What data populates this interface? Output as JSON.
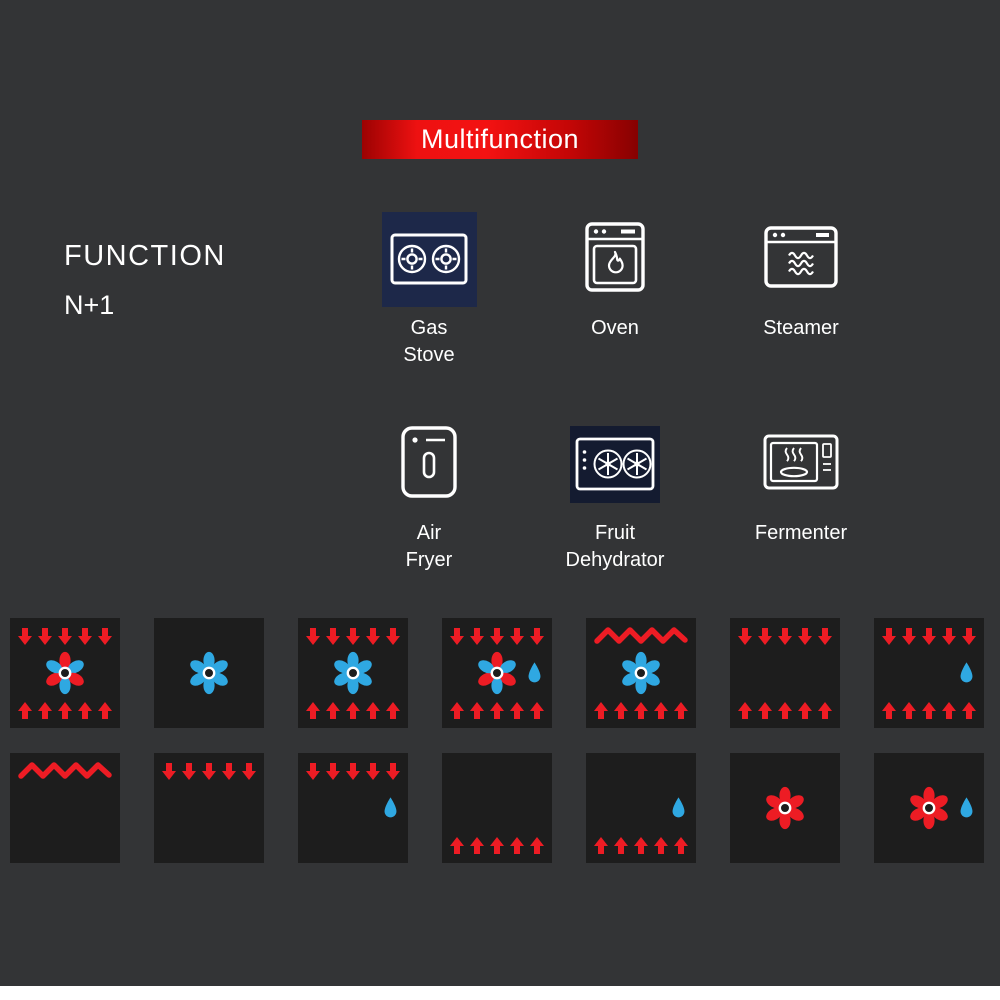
{
  "colors": {
    "page_bg": "#333436",
    "red": "#ed1c24",
    "blue": "#2fa8e2",
    "banner_red": "#e60d0d",
    "tile_bg": "#1d1d1d",
    "gas_stove_tile_bg": "#1d2849",
    "dehydrator_tile_bg": "#141b30"
  },
  "banner": {
    "label": "Multifunction"
  },
  "heading": {
    "line1": "FUNCTION",
    "line2": "N+1"
  },
  "appliances": [
    {
      "name": "Gas Stove",
      "label": "Gas\nStove",
      "icon": "gas-stove-icon"
    },
    {
      "name": "Oven",
      "label": "Oven",
      "icon": "oven-icon"
    },
    {
      "name": "Steamer",
      "label": "Steamer",
      "icon": "steamer-icon"
    },
    {
      "name": "Air Fryer",
      "label": "Air\nFryer",
      "icon": "air-fryer-icon"
    },
    {
      "name": "Fruit Dehydrator",
      "label": "Fruit\nDehydrator",
      "icon": "fruit-dehydrator-icon"
    },
    {
      "name": "Fermenter",
      "label": "Fermenter",
      "icon": "fermenter-icon"
    }
  ],
  "mode_tiles": [
    {
      "heat_top": "arrows-down",
      "fan": "red-blue",
      "droplet": false,
      "heat_bottom": "arrows-up"
    },
    {
      "heat_top": null,
      "fan": "blue",
      "droplet": false,
      "heat_bottom": null
    },
    {
      "heat_top": "arrows-down",
      "fan": "blue",
      "droplet": false,
      "heat_bottom": "arrows-up"
    },
    {
      "heat_top": "arrows-down",
      "fan": "red-blue",
      "droplet": true,
      "heat_bottom": "arrows-up"
    },
    {
      "heat_top": "zigzag",
      "fan": "blue",
      "droplet": false,
      "heat_bottom": "arrows-up"
    },
    {
      "heat_top": "arrows-down",
      "fan": null,
      "droplet": false,
      "heat_bottom": "arrows-up"
    },
    {
      "heat_top": "arrows-down",
      "fan": null,
      "droplet": true,
      "heat_bottom": "arrows-up"
    },
    {
      "heat_top": "zigzag",
      "fan": null,
      "droplet": false,
      "heat_bottom": null
    },
    {
      "heat_top": "arrows-down",
      "fan": null,
      "droplet": false,
      "heat_bottom": null
    },
    {
      "heat_top": "arrows-down",
      "fan": null,
      "droplet": true,
      "heat_bottom": null
    },
    {
      "heat_top": null,
      "fan": null,
      "droplet": false,
      "heat_bottom": "arrows-up"
    },
    {
      "heat_top": null,
      "fan": null,
      "droplet": true,
      "heat_bottom": "arrows-up"
    },
    {
      "heat_top": null,
      "fan": "red",
      "droplet": false,
      "heat_bottom": null
    },
    {
      "heat_top": null,
      "fan": "red",
      "droplet": true,
      "heat_bottom": null
    }
  ]
}
